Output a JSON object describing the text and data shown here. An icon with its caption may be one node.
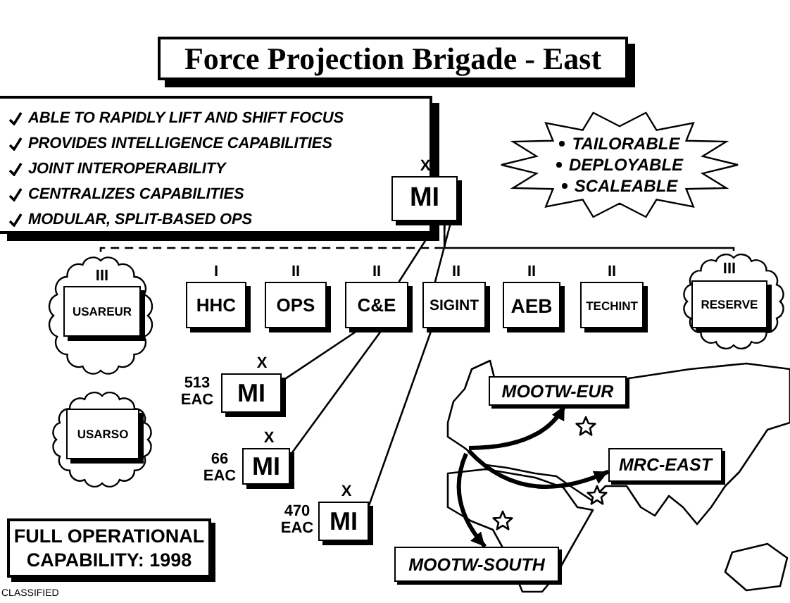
{
  "diagram": {
    "title": "Force Projection Brigade - East",
    "nodes": [
      {
        "text": [
          "ABLE TO RAPIDLY LIFT AND SHIFT FOCUS",
          "PROVIDES INTELLIGENCE CAPABILITIES",
          "JOINT INTEROPERABILITY",
          "CENTRALIZES CAPABILITIES",
          "MODULAR, SPLIT-BASED OPS"
        ]
      },
      {
        "text": [
          "MI"
        ],
        "beside": [
          "X"
        ]
      },
      {
        "text": [
          "TAILORABLE",
          "DEPLOYABLE",
          "SCALEABLE"
        ]
      },
      {
        "text": [],
        "shape": "cloud"
      },
      {
        "text": [
          "USAREUR"
        ],
        "in": 3,
        "beside": [
          "III"
        ]
      },
      {
        "text": [
          "HHC"
        ],
        "beside": [
          "I"
        ]
      },
      {
        "text": [
          "OPS"
        ],
        "beside": [
          "II"
        ]
      },
      {
        "text": [
          "C&E"
        ],
        "beside": [
          "II"
        ]
      },
      {
        "text": [
          "SIGINT"
        ],
        "beside": [
          "II"
        ]
      },
      {
        "text": [
          "AEB"
        ],
        "beside": [
          "II"
        ]
      },
      {
        "text": [
          "TECHINT"
        ],
        "beside": [
          "II"
        ]
      },
      {
        "text": [],
        "shape": "cloud"
      },
      {
        "text": [
          "RESERVE"
        ],
        "in": 11,
        "beside": [
          "III"
        ]
      },
      {
        "text": [
          "MI"
        ],
        "beside": [
          "X",
          "513 EAC"
        ]
      },
      {
        "text": [],
        "shape": "cloud"
      },
      {
        "text": [
          "USARSO"
        ],
        "in": 14
      },
      {
        "text": [],
        "shape": "picture"
      },
      {
        "text": [
          "MOOTW-EUR"
        ],
        "in": 16
      },
      {
        "text": [
          "MI"
        ],
        "beside": [
          "X",
          "66 EAC"
        ]
      },
      {
        "text": [
          "MRC-EAST"
        ],
        "in": 16
      },
      {
        "text": [
          "MI"
        ],
        "beside": [
          "X",
          "470 EAC"
        ]
      },
      {
        "text": [
          "FULL OPERATIONAL CAPABILITY: 1998"
        ]
      },
      {
        "text": [
          "MOOTW-SOUTH"
        ],
        "in": 16
      }
    ],
    "edges": [
      {
        "from": 1,
        "to": 7,
        "arrow": "none"
      },
      {
        "from": 1,
        "to": 8,
        "arrow": "none"
      },
      {
        "from": 1,
        "to": 3,
        "arrow": "none",
        "style": "dashed"
      },
      {
        "from": 1,
        "to": 11,
        "arrow": "none"
      },
      {
        "from": 7,
        "to": 13,
        "arrow": "none"
      },
      {
        "from": 7,
        "to": 18,
        "arrow": "none"
      },
      {
        "from": 8,
        "to": 20,
        "arrow": "none"
      },
      {
        "from": null,
        "to": 17,
        "arrow": "to",
        "style": "thick"
      },
      {
        "from": null,
        "to": 19,
        "arrow": "to",
        "style": "thick"
      },
      {
        "from": null,
        "to": 22,
        "arrow": "to",
        "style": "thick"
      }
    ],
    "labels": [
      "CLASSIFIED"
    ]
  }
}
